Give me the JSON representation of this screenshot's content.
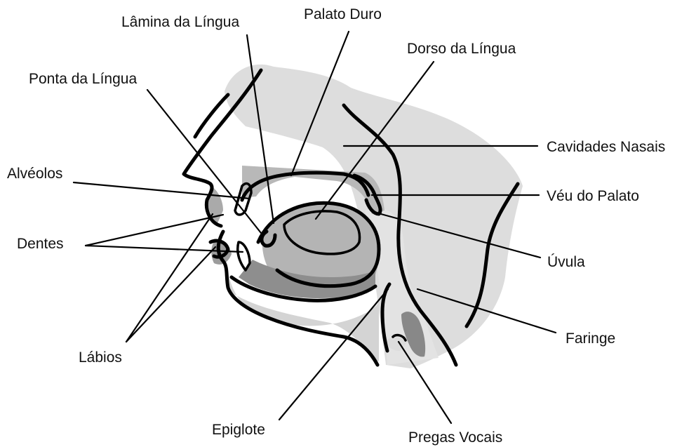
{
  "labels": {
    "lamina": "Lâmina da Língua",
    "palato_duro": "Palato Duro",
    "dorso": "Dorso da Língua",
    "ponta": "Ponta da Língua",
    "cavidades": "Cavidades Nasais",
    "alveolos": "Alvéolos",
    "veu": "Véu do Palato",
    "dentes": "Dentes",
    "uvula": "Úvula",
    "faringe": "Faringe",
    "labios": "Lábios",
    "epiglote": "Epiglote",
    "pregas": "Pregas Vocais"
  },
  "colors": {
    "light_gray": "#dcdcdc",
    "mid_gray": "#b4b4b4",
    "dark_gray": "#8c8c8c",
    "outline": "#000000"
  }
}
